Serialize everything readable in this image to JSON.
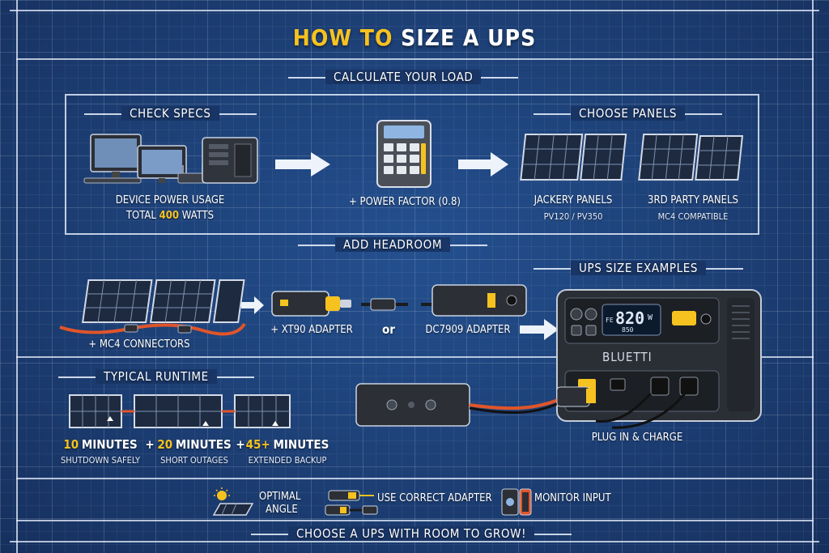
{
  "title": {
    "part1": "HOW TO",
    "part2": "SIZE A UPS"
  },
  "sections": {
    "calculate_load": "CALCULATE YOUR LOAD",
    "check_specs": "CHECK SPECS",
    "choose_panels": "CHOOSE PANELS",
    "add_headroom": "ADD HEADROOM",
    "ups_size_examples": "UPS SIZE EXAMPLES",
    "typical_runtime": "TYPICAL RUNTIME"
  },
  "check_specs": {
    "device_power_usage": "DEVICE POWER USAGE",
    "total_prefix": "TOTAL",
    "total_value": "400",
    "total_suffix": "WATTS"
  },
  "power_factor": "+ POWER FACTOR (0.8)",
  "panels": {
    "jackery_title": "JACKERY PANELS",
    "jackery_models": "PV120 / PV350",
    "third_party_title": "3RD PARTY PANELS",
    "third_party_note": "MC4 COMPATIBLE"
  },
  "connectors": {
    "mc4_label": "+ MC4 CONNECTORS",
    "xt90": "+ XT90 ADAPTER",
    "or": "or",
    "dc7909": "DC7909 ADAPTER"
  },
  "ups": {
    "display_value": "820",
    "display_unit": "W",
    "display_sub": "850",
    "display_prefix": "FE",
    "brand": "BLUETTI",
    "plug_label": "PLUG IN & CHARGE"
  },
  "runtime": [
    {
      "value": "10",
      "unit": "MINUTES",
      "note": "SHUTDOWN SAFELY"
    },
    {
      "value": "20",
      "unit": "MINUTES",
      "note": "SHORT OUTAGES"
    },
    {
      "value": "45+",
      "unit": "MINUTES",
      "note": "EXTENDED BACKUP"
    }
  ],
  "plus": "+",
  "tips": {
    "optimal_line1": "OPTIMAL",
    "optimal_line2": "ANGLE",
    "adapter": "USE CORRECT ADAPTER",
    "monitor": "MONITOR INPUT"
  },
  "footer": "CHOOSE A UPS WITH ROOM TO GROW!",
  "colors": {
    "accent": "#f6c21f",
    "background": "#1d3f7a",
    "cable": "#e0552a"
  }
}
